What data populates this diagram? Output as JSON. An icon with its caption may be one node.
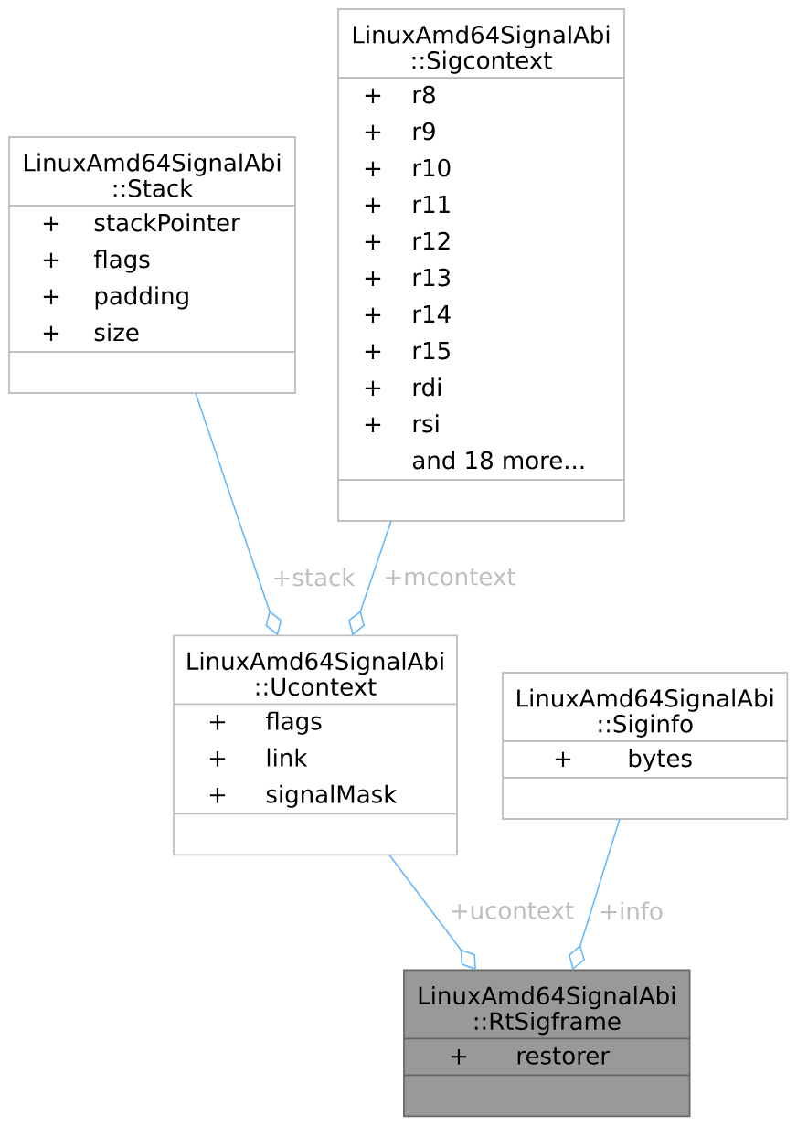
{
  "diagram": {
    "nodes": [
      {
        "text": [
          "LinuxAmd64SignalAbi ::Stack",
          "+",
          "stackPointer",
          "+",
          "flags",
          "+",
          "padding",
          "+",
          "size"
        ]
      },
      {
        "text": [
          "LinuxAmd64SignalAbi ::Sigcontext",
          "+",
          "r8",
          "+",
          "r9",
          "+",
          "r10",
          "+",
          "r11",
          "+",
          "r12",
          "+",
          "r13",
          "+",
          "r14",
          "+",
          "r15",
          "+",
          "rdi",
          "+",
          "rsi",
          "and 18 more..."
        ]
      },
      {
        "text": [
          "LinuxAmd64SignalAbi ::Ucontext",
          "+",
          "flags",
          "+",
          "link",
          "+",
          "signalMask"
        ]
      },
      {
        "text": [
          "LinuxAmd64SignalAbi ::Siginfo",
          "+",
          "bytes"
        ]
      },
      {
        "text": [
          "LinuxAmd64SignalAbi ::RtSigframe",
          "+",
          "restorer"
        ]
      }
    ],
    "edges": [
      {
        "from": 0,
        "to": 2,
        "arrow": "other",
        "label": "+stack"
      },
      {
        "from": 1,
        "to": 2,
        "arrow": "other",
        "label": "+mcontext"
      },
      {
        "from": 2,
        "to": 4,
        "arrow": "other",
        "label": "+ucontext"
      },
      {
        "from": 3,
        "to": 4,
        "arrow": "other",
        "label": "+info"
      }
    ]
  }
}
